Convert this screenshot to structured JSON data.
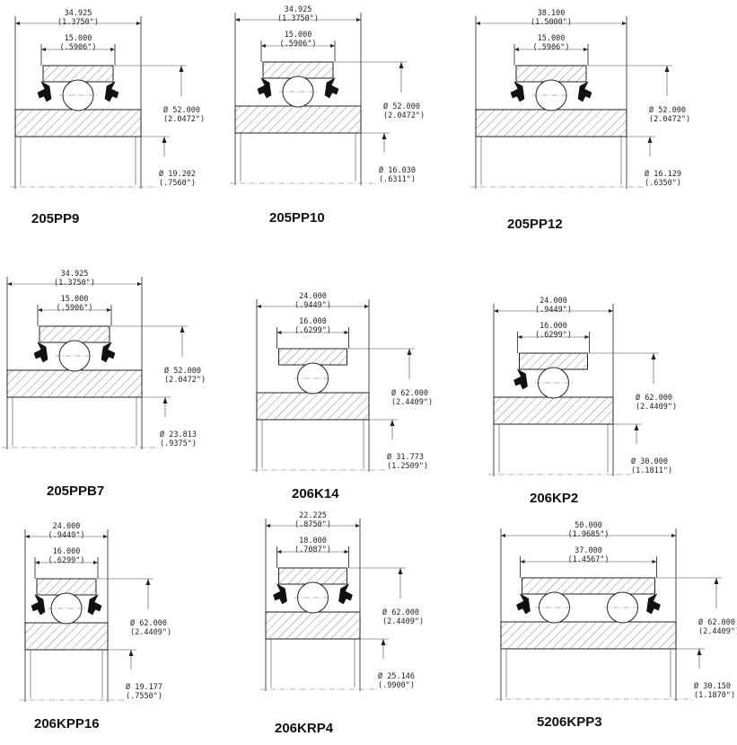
{
  "parts": [
    {
      "id": "205PP9",
      "label": "205PP9",
      "outer_w": "34.925",
      "outer_w_in": "(1.3750\")",
      "inner_w": "15.000",
      "inner_w_in": "(.5906\")",
      "od": "Ø 52.000",
      "od_in": "(2.0472\")",
      "bore": "Ø 19.202",
      "bore_in": "(.7560\")",
      "type": "sealed",
      "rows": 1
    },
    {
      "id": "205PP10",
      "label": "205PP10",
      "outer_w": "34.925",
      "outer_w_in": "(1.3750\")",
      "inner_w": "15.000",
      "inner_w_in": "(.5906\")",
      "od": "Ø 52.000",
      "od_in": "(2.0472\")",
      "bore": "Ø 16.030",
      "bore_in": "(.6311\")",
      "type": "sealed",
      "rows": 1
    },
    {
      "id": "205PP12",
      "label": "205PP12",
      "outer_w": "38.100",
      "outer_w_in": "(1.5000\")",
      "inner_w": "15.000",
      "inner_w_in": "(.5906\")",
      "od": "Ø 52.000",
      "od_in": "(2.0472\")",
      "bore": "Ø 16.129",
      "bore_in": "(.6350\")",
      "type": "sealed",
      "rows": 1
    },
    {
      "id": "205PPB7",
      "label": "205PPB7",
      "outer_w": "34.925",
      "outer_w_in": "(1.3750\")",
      "inner_w": "15.000",
      "inner_w_in": "(.5906\")",
      "od": "Ø 52.000",
      "od_in": "(2.0472\")",
      "bore": "Ø 23.813",
      "bore_in": "(.9375\")",
      "type": "sealed",
      "rows": 1
    },
    {
      "id": "206K14",
      "label": "206K14",
      "outer_w": "24.000",
      "outer_w_in": "(.9449\")",
      "inner_w": "16.000",
      "inner_w_in": "(.6299\")",
      "od": "Ø 62.000",
      "od_in": "(2.4409\")",
      "bore": "Ø 31.773",
      "bore_in": "(1.2509\")",
      "type": "open",
      "rows": 1
    },
    {
      "id": "206KP2",
      "label": "206KP2",
      "outer_w": "24.000",
      "outer_w_in": "(.9449\")",
      "inner_w": "16.000",
      "inner_w_in": "(.6299\")",
      "od": "Ø 62.000",
      "od_in": "(2.4409\")",
      "bore": "Ø 30.000",
      "bore_in": "(1.1811\")",
      "type": "single-seal",
      "rows": 1
    },
    {
      "id": "206KPP16",
      "label": "206KPP16",
      "outer_w": "24.000",
      "outer_w_in": "(.9449\")",
      "inner_w": "16.000",
      "inner_w_in": "(.6299\")",
      "od": "Ø 62.000",
      "od_in": "(2.4409\")",
      "bore": "Ø 19.177",
      "bore_in": "(.7550\")",
      "type": "sealed",
      "rows": 1
    },
    {
      "id": "206KRP4",
      "label": "206KRP4",
      "outer_w": "22.225",
      "outer_w_in": "(.8750\")",
      "inner_w": "18.000",
      "inner_w_in": "(.7087\")",
      "od": "Ø 62.000",
      "od_in": "(2.4409\")",
      "bore": "Ø 25.146",
      "bore_in": "(.9900\")",
      "type": "sealed",
      "rows": 1
    },
    {
      "id": "5206KPP3",
      "label": "5206KPP3",
      "outer_w": "50.000",
      "outer_w_in": "(1.9685\")",
      "inner_w": "37.000",
      "inner_w_in": "(1.4567\")",
      "od": "Ø 62.000",
      "od_in": "(2.4409\")",
      "bore": "Ø 30.150",
      "bore_in": "(1.1870\")",
      "type": "sealed",
      "rows": 2
    }
  ]
}
